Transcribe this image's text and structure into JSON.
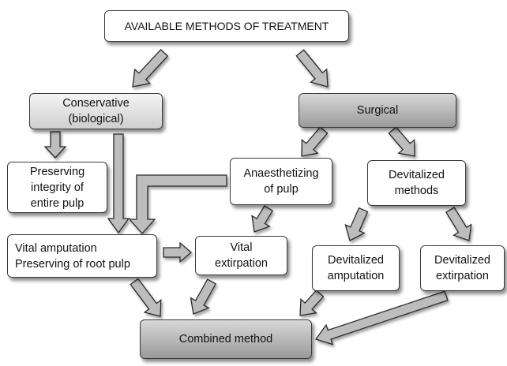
{
  "nodes": {
    "root": "AVAILABLE METHODS OF TREATMENT",
    "conservative": "Conservative\n(biological)",
    "surgical": "Surgical",
    "preserving_integrity": "Preserving\nintegrity of\nentire pulp",
    "anaesthetizing": "Anaesthetizing\nof pulp",
    "devitalized_methods": "Devitalized\nmethods",
    "vital_amputation": "Vital amputation\nPreserving of root pulp",
    "vital_extirpation": "Vital\nextirpation",
    "devitalized_amputation": "Devitalized\namputation",
    "devitalized_extirpation": "Devitalized\nextirpation",
    "combined": "Combined method"
  },
  "colors": {
    "arrow_fill": "#bdbdbd",
    "arrow_stroke": "#2b2b2b",
    "box_border": "#3a3a3a"
  }
}
